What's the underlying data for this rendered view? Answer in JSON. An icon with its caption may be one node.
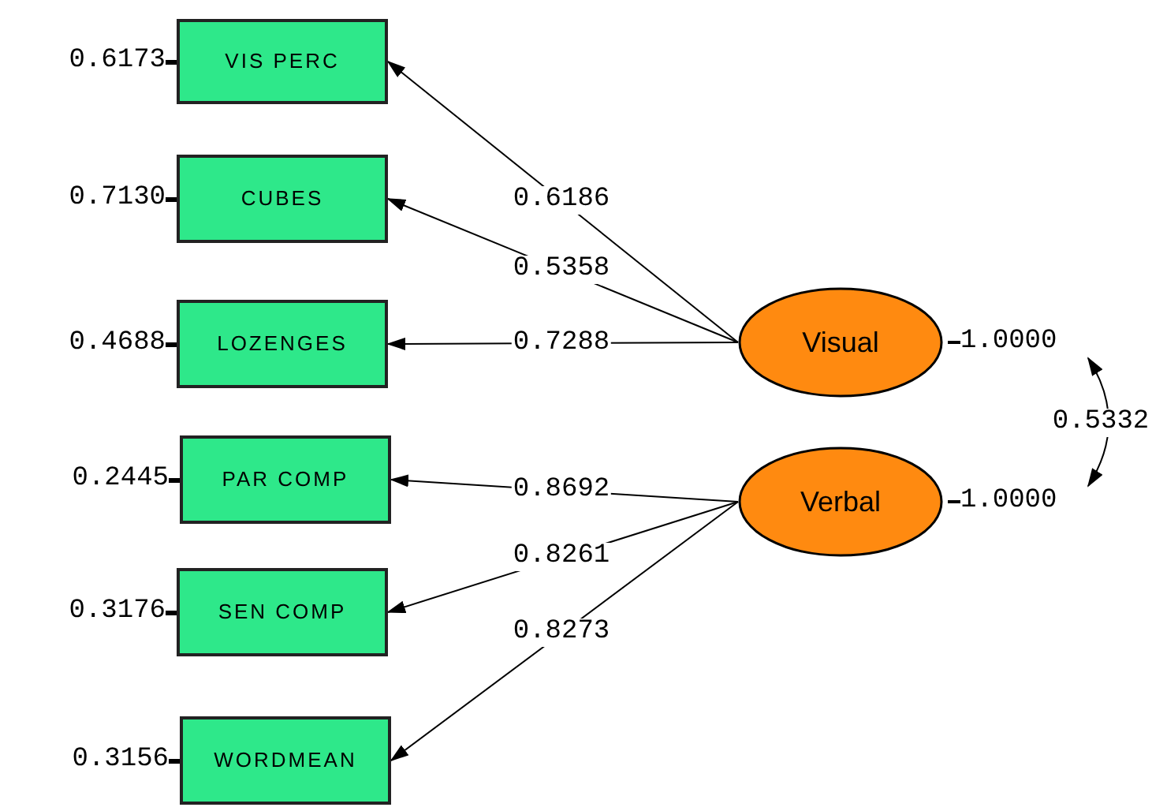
{
  "diagram": {
    "nodes": [
      {
        "text": [
          "VIS PERC"
        ],
        "beside": [
          "0.6173"
        ]
      },
      {
        "text": [
          "CUBES"
        ],
        "beside": [
          "0.7130"
        ]
      },
      {
        "text": [
          "LOZENGES"
        ],
        "beside": [
          "0.4688"
        ]
      },
      {
        "text": [
          "PAR COMP"
        ],
        "beside": [
          "0.2445"
        ]
      },
      {
        "text": [
          "SEN COMP"
        ],
        "beside": [
          "0.3176"
        ]
      },
      {
        "text": [
          "WORDMEAN"
        ],
        "beside": [
          "0.3156"
        ]
      },
      {
        "text": [
          "Visual"
        ],
        "beside": [
          "1.0000"
        ]
      },
      {
        "text": [
          "Verbal"
        ],
        "beside": [
          "1.0000"
        ]
      }
    ],
    "edges": [
      {
        "from": 6,
        "to": 0,
        "arrow": "to",
        "label": "0.6186"
      },
      {
        "from": 6,
        "to": 1,
        "arrow": "to",
        "label": "0.5358"
      },
      {
        "from": 6,
        "to": 2,
        "arrow": "to",
        "label": "0.7288"
      },
      {
        "from": 7,
        "to": 3,
        "arrow": "to",
        "label": "0.8692"
      },
      {
        "from": 7,
        "to": 4,
        "arrow": "to",
        "label": "0.8261"
      },
      {
        "from": 7,
        "to": 5,
        "arrow": "to",
        "label": "0.8273"
      },
      {
        "from": 6,
        "to": 7,
        "arrow": "both",
        "label": "0.5332"
      }
    ]
  }
}
